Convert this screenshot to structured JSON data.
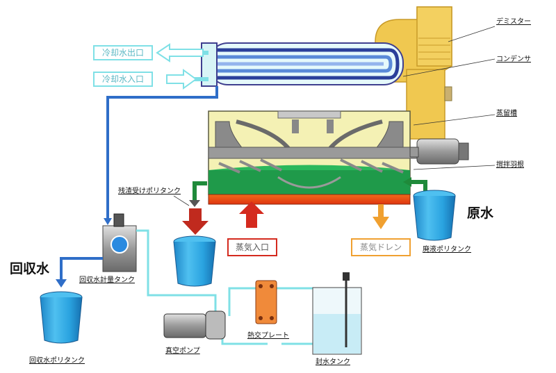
{
  "labels": {
    "demister": "デミスター",
    "condenser": "コンデンサ",
    "distillation_tank": "蒸留槽",
    "stirring_blade": "撹拌羽根",
    "residue_tank": "残渣受けポリタンク",
    "raw_water": "原水",
    "waste_tank": "廃液ポリタンク",
    "recovered_water": "回収水",
    "recovered_meter_tank": "回収水計量タンク",
    "recovered_poly_tank": "回収水ポリタンク",
    "vacuum_pump": "真空ポンプ",
    "heat_plate": "熱交プレート",
    "seal_water_tank": "封水タンク"
  },
  "boxes": {
    "cooling_out": "冷却水出口",
    "cooling_in": "冷却水入口",
    "steam_in": "蒸気入口",
    "steam_drain": "蒸気ドレン"
  },
  "colors": {
    "steam_arrow": "#d42a1e",
    "drain_arrow": "#f0a030",
    "recovered_pipe": "#2f6ec8",
    "cooling_pipe": "#7fe0e6",
    "vessel_fill": "#f4f1b4",
    "condenser_body": "#f0c850",
    "liquid": "#1f9a4a",
    "heater": "#e84a1a"
  },
  "icons": [
    "cooling-out-arrow-icon",
    "cooling-in-arrow-icon",
    "steam-in-arrow-icon",
    "steam-drain-arrow-icon",
    "recovered-water-arrow-icon",
    "residue-arrow-icon",
    "motor-icon",
    "poly-tank-icon"
  ]
}
